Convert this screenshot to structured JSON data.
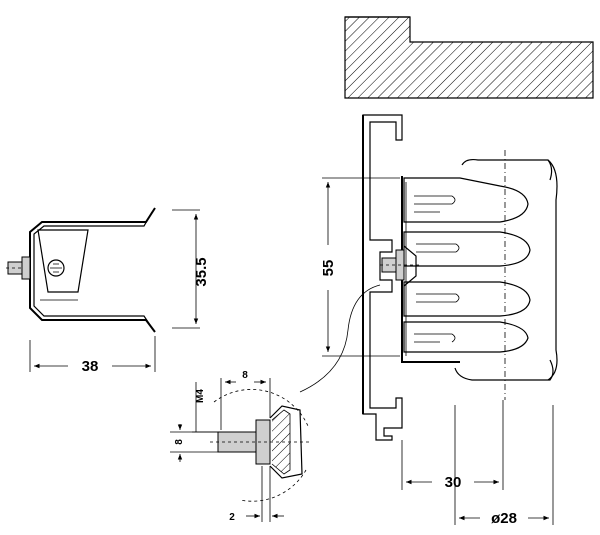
{
  "dimensions": {
    "clip_width": "38",
    "clip_height": "35.5",
    "profile_height": "55",
    "pin_length": "8",
    "thread": "M4",
    "pin_diameter": "8",
    "washer": "2",
    "tube_offset": "30",
    "tube_diameter": "ø28"
  }
}
